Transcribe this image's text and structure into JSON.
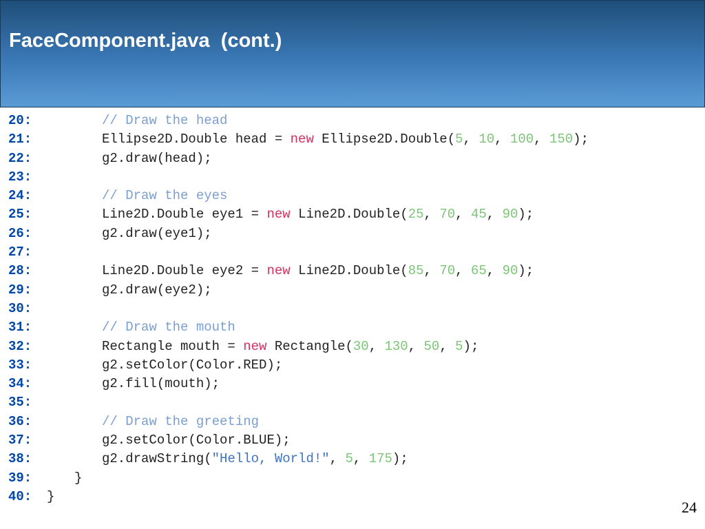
{
  "slide": {
    "title": "FaceComponent.java  (cont.)",
    "page_number": "24"
  },
  "colors": {
    "header_top": "#1f4e79",
    "header_bottom": "#5b9bd5",
    "line_number": "#0047ab",
    "comment": "#7a9fd0",
    "keyword": "#d83060",
    "number": "#7cc576",
    "string": "#3d74c0"
  },
  "code_lines": [
    {
      "num": "20:",
      "tokens": [
        {
          "t": "// Draw the head",
          "k": "comment"
        }
      ]
    },
    {
      "num": "21:",
      "tokens": [
        {
          "t": "Ellipse2D.Double head = ",
          "k": "plain"
        },
        {
          "t": "new",
          "k": "keyword"
        },
        {
          "t": " Ellipse2D.Double(",
          "k": "plain"
        },
        {
          "t": "5",
          "k": "number"
        },
        {
          "t": ", ",
          "k": "plain"
        },
        {
          "t": "10",
          "k": "number"
        },
        {
          "t": ", ",
          "k": "plain"
        },
        {
          "t": "100",
          "k": "number"
        },
        {
          "t": ", ",
          "k": "plain"
        },
        {
          "t": "150",
          "k": "number"
        },
        {
          "t": ");",
          "k": "plain"
        }
      ]
    },
    {
      "num": "22:",
      "tokens": [
        {
          "t": "g2.draw(head);",
          "k": "plain"
        }
      ]
    },
    {
      "num": "23:",
      "tokens": []
    },
    {
      "num": "24:",
      "tokens": [
        {
          "t": "// Draw the eyes",
          "k": "comment"
        }
      ]
    },
    {
      "num": "25:",
      "tokens": [
        {
          "t": "Line2D.Double eye1 = ",
          "k": "plain"
        },
        {
          "t": "new",
          "k": "keyword"
        },
        {
          "t": " Line2D.Double(",
          "k": "plain"
        },
        {
          "t": "25",
          "k": "number"
        },
        {
          "t": ", ",
          "k": "plain"
        },
        {
          "t": "70",
          "k": "number"
        },
        {
          "t": ", ",
          "k": "plain"
        },
        {
          "t": "45",
          "k": "number"
        },
        {
          "t": ", ",
          "k": "plain"
        },
        {
          "t": "90",
          "k": "number"
        },
        {
          "t": ");",
          "k": "plain"
        }
      ]
    },
    {
      "num": "26:",
      "tokens": [
        {
          "t": "g2.draw(eye1);",
          "k": "plain"
        }
      ]
    },
    {
      "num": "27:",
      "tokens": []
    },
    {
      "num": "28:",
      "tokens": [
        {
          "t": "Line2D.Double eye2 = ",
          "k": "plain"
        },
        {
          "t": "new",
          "k": "keyword"
        },
        {
          "t": " Line2D.Double(",
          "k": "plain"
        },
        {
          "t": "85",
          "k": "number"
        },
        {
          "t": ", ",
          "k": "plain"
        },
        {
          "t": "70",
          "k": "number"
        },
        {
          "t": ", ",
          "k": "plain"
        },
        {
          "t": "65",
          "k": "number"
        },
        {
          "t": ", ",
          "k": "plain"
        },
        {
          "t": "90",
          "k": "number"
        },
        {
          "t": ");",
          "k": "plain"
        }
      ]
    },
    {
      "num": "29:",
      "tokens": [
        {
          "t": "g2.draw(eye2);",
          "k": "plain"
        }
      ]
    },
    {
      "num": "30:",
      "tokens": []
    },
    {
      "num": "31:",
      "tokens": [
        {
          "t": "// Draw the mouth",
          "k": "comment"
        }
      ]
    },
    {
      "num": "32:",
      "tokens": [
        {
          "t": "Rectangle mouth = ",
          "k": "plain"
        },
        {
          "t": "new",
          "k": "keyword"
        },
        {
          "t": " Rectangle(",
          "k": "plain"
        },
        {
          "t": "30",
          "k": "number"
        },
        {
          "t": ", ",
          "k": "plain"
        },
        {
          "t": "130",
          "k": "number"
        },
        {
          "t": ", ",
          "k": "plain"
        },
        {
          "t": "50",
          "k": "number"
        },
        {
          "t": ", ",
          "k": "plain"
        },
        {
          "t": "5",
          "k": "number"
        },
        {
          "t": ");",
          "k": "plain"
        }
      ]
    },
    {
      "num": "33:",
      "tokens": [
        {
          "t": "g2.setColor(Color.RED);",
          "k": "plain"
        }
      ]
    },
    {
      "num": "34:",
      "tokens": [
        {
          "t": "g2.fill(mouth);",
          "k": "plain"
        }
      ]
    },
    {
      "num": "35:",
      "tokens": []
    },
    {
      "num": "36:",
      "tokens": [
        {
          "t": "// Draw the greeting",
          "k": "comment"
        }
      ]
    },
    {
      "num": "37:",
      "tokens": [
        {
          "t": "g2.setColor(Color.BLUE);",
          "k": "plain"
        }
      ]
    },
    {
      "num": "38:",
      "tokens": [
        {
          "t": "g2.drawString(",
          "k": "plain"
        },
        {
          "t": "\"Hello, World!\"",
          "k": "string"
        },
        {
          "t": ", ",
          "k": "plain"
        },
        {
          "t": "5",
          "k": "number"
        },
        {
          "t": ", ",
          "k": "plain"
        },
        {
          "t": "175",
          "k": "number"
        },
        {
          "t": ");",
          "k": "plain"
        }
      ]
    },
    {
      "num": "39:",
      "tokens": [
        {
          "t": "}",
          "k": "plain"
        }
      ],
      "style": "close"
    },
    {
      "num": "40:",
      "tokens": [
        {
          "t": "}",
          "k": "plain"
        }
      ],
      "style": "close2"
    }
  ]
}
